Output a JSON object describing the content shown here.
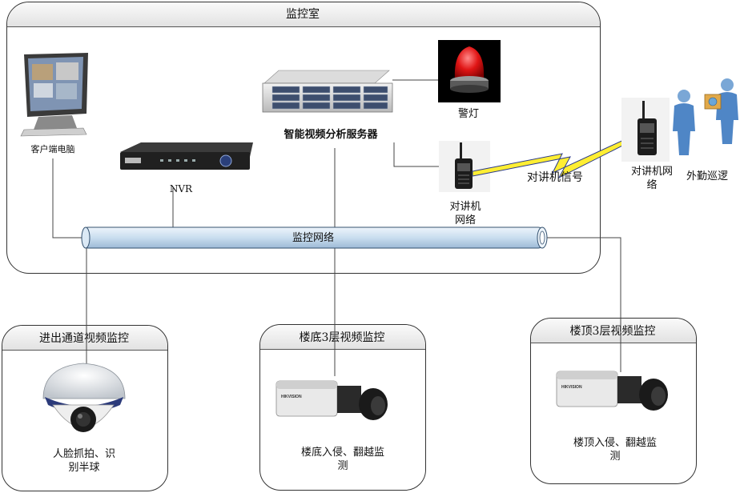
{
  "monitoring_room": {
    "title": "监控室",
    "client_pc": "客户端电脑",
    "nvr": "NVR",
    "server": "智能视频分析服务器",
    "alarm_light": "警灯",
    "intercom": "对讲机\n网络",
    "intercom_signal": "对讲机信号"
  },
  "network": {
    "label": "监控网络"
  },
  "external": {
    "intercom": "对讲机网\n络",
    "patrol": "外勤巡逻"
  },
  "zones": [
    {
      "title": "进出通道视频监控",
      "caption": "人脸抓拍、识\n别半球"
    },
    {
      "title": "楼底3层视频监控",
      "caption": "楼底入侵、翻越监\n测"
    },
    {
      "title": "楼顶3层视频监控",
      "caption": "楼顶入侵、翻越监\n测"
    }
  ],
  "colors": {
    "pipe": "#c9ddef",
    "signal": "#ffee33"
  }
}
